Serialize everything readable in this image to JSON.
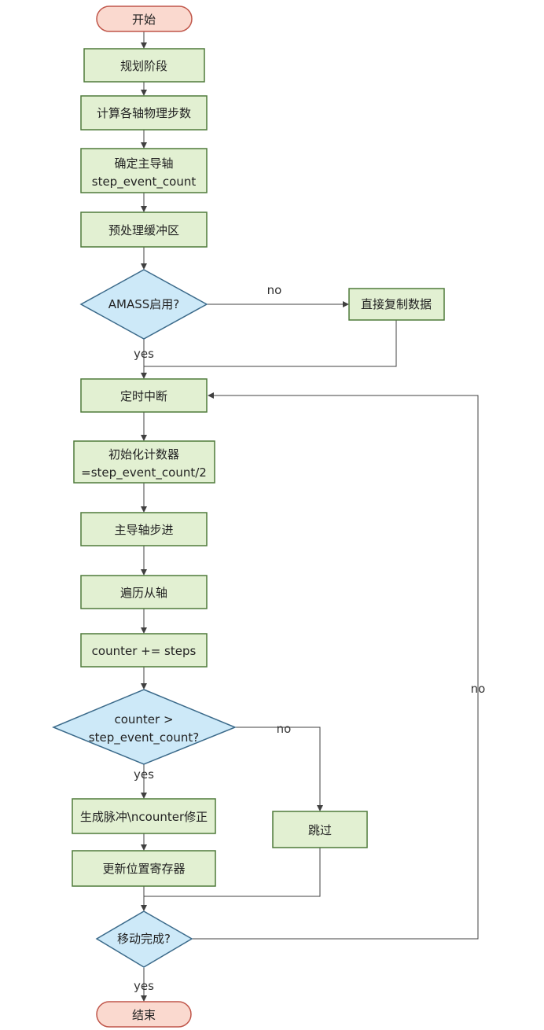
{
  "nodes": {
    "start": "开始",
    "plan": "规划阶段",
    "calc_steps": "计算各轴物理步数",
    "leader_axis_line1": "确定主导轴",
    "leader_axis_line2": "step_event_count",
    "preprocess": "预处理缓冲区",
    "amass_decision": "AMASS启用?",
    "copy_direct": "直接复制数据",
    "timer_isr": "定时中断",
    "init_counter_line1": "初始化计数器",
    "init_counter_line2": "=step_event_count/2",
    "leader_step": "主导轴步进",
    "iterate_slaves": "遍历从轴",
    "counter_add": "counter += steps",
    "counter_decision_line1": "counter >",
    "counter_decision_line2": "step_event_count?",
    "gen_pulse": "生成脉冲\\ncounter修正",
    "skip": "跳过",
    "update_reg": "更新位置寄存器",
    "move_done": "移动完成?",
    "end": "结束"
  },
  "edge_labels": {
    "amass_no": "no",
    "amass_yes": "yes",
    "counter_no": "no",
    "counter_yes": "yes",
    "done_no": "no",
    "done_yes": "yes"
  },
  "colors": {
    "terminal_fill": "#FAD9CF",
    "terminal_stroke": "#C0564A",
    "process_fill": "#E2F0D2",
    "process_stroke": "#4F7A3A",
    "decision_fill": "#CDE9F8",
    "decision_stroke": "#3B6A8A",
    "line": "#404040"
  }
}
